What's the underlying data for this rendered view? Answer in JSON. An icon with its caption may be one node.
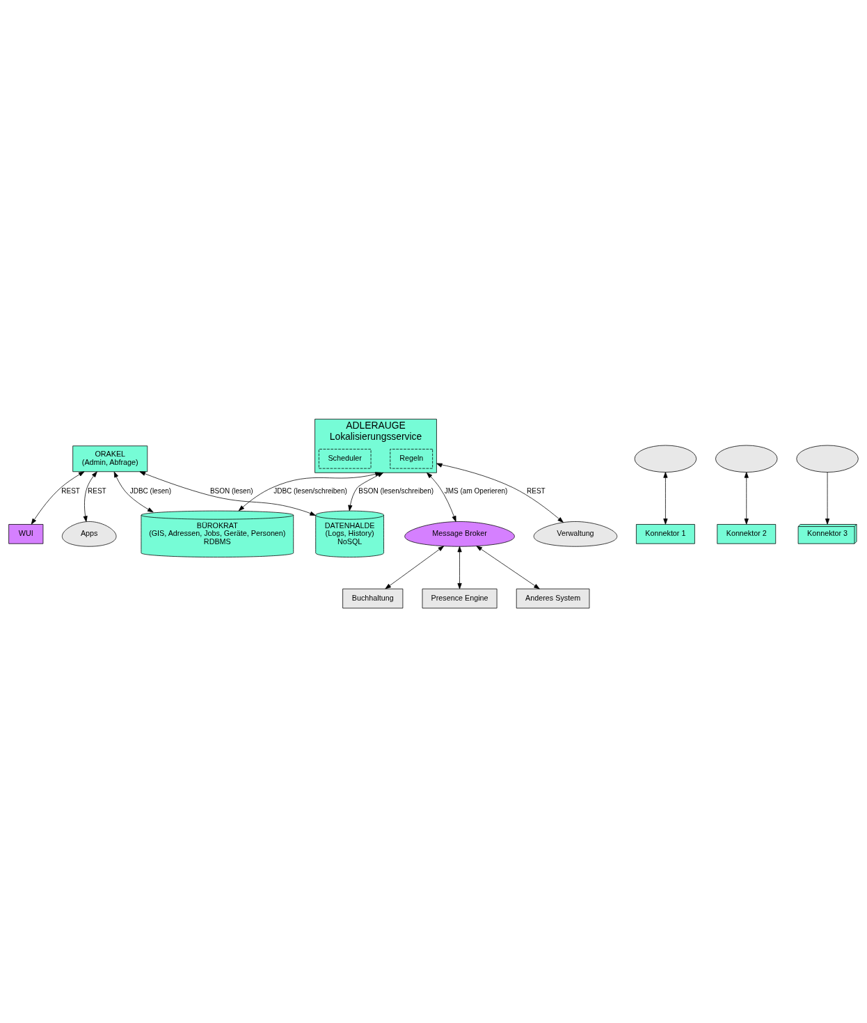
{
  "diagram": {
    "nodes": [
      {
        "text": [
          "Apps"
        ]
      },
      {
        "text": [
          "WUI"
        ]
      },
      {
        "text": [
          "ORAKEL",
          "(Admin, Abfrage)"
        ]
      },
      {
        "text": [
          "DATENHALDE",
          "(Logs, History)",
          "NoSQL"
        ]
      },
      {
        "text": [
          "BÜROKRAT",
          "(GIS, Adressen, Jobs, Geräte, Personen)",
          "RDBMS"
        ]
      },
      {
        "text": [
          "Buchhaltung"
        ]
      },
      {
        "text": [
          "Message Broker"
        ]
      },
      {
        "text": [
          "Presence Engine"
        ]
      },
      {
        "text": [
          "Anderes System"
        ]
      },
      {
        "text": [
          "ADLERAUGE",
          "Lokalisierungsservice"
        ]
      },
      {
        "text": [
          "Regeln"
        ],
        "in": 9
      },
      {
        "text": [
          "Scheduler"
        ],
        "in": 9
      },
      {
        "text": [
          "Konnektor 1"
        ]
      },
      {
        "text": [
          "Konnektor 2"
        ]
      },
      {
        "text": [
          "Konnektor 3"
        ]
      },
      {
        "text": [
          "Verwaltung"
        ]
      },
      {
        "text": [],
        "shape": "ellipse"
      },
      {
        "text": [],
        "shape": "ellipse"
      },
      {
        "text": [],
        "shape": "ellipse"
      }
    ],
    "edges": [
      {
        "from": 2,
        "to": 0,
        "arrow": "both",
        "label": "REST"
      },
      {
        "from": 2,
        "to": 1,
        "arrow": "both",
        "label": "REST"
      },
      {
        "from": 2,
        "to": 3,
        "arrow": "both",
        "label": "BSON (lesen)"
      },
      {
        "from": 2,
        "to": 4,
        "arrow": "both",
        "label": "JDBC (lesen)"
      },
      {
        "from": 9,
        "to": 3,
        "arrow": "both",
        "label": "BSON (lesen/schreiben)"
      },
      {
        "from": 9,
        "to": 4,
        "arrow": "both",
        "label": "JDBC (lesen/schreiben)"
      },
      {
        "from": 9,
        "to": 6,
        "arrow": "both",
        "label": "JMS (am Operieren)"
      },
      {
        "from": 6,
        "to": 5,
        "arrow": "both"
      },
      {
        "from": 6,
        "to": 7,
        "arrow": "both"
      },
      {
        "from": 6,
        "to": 8,
        "arrow": "both"
      },
      {
        "from": 9,
        "to": 15,
        "arrow": "both",
        "label": "REST"
      },
      {
        "from": 16,
        "to": 12,
        "arrow": "both"
      },
      {
        "from": 17,
        "to": 13,
        "arrow": "both"
      },
      {
        "from": 18,
        "to": 14,
        "arrow": "to"
      }
    ]
  }
}
